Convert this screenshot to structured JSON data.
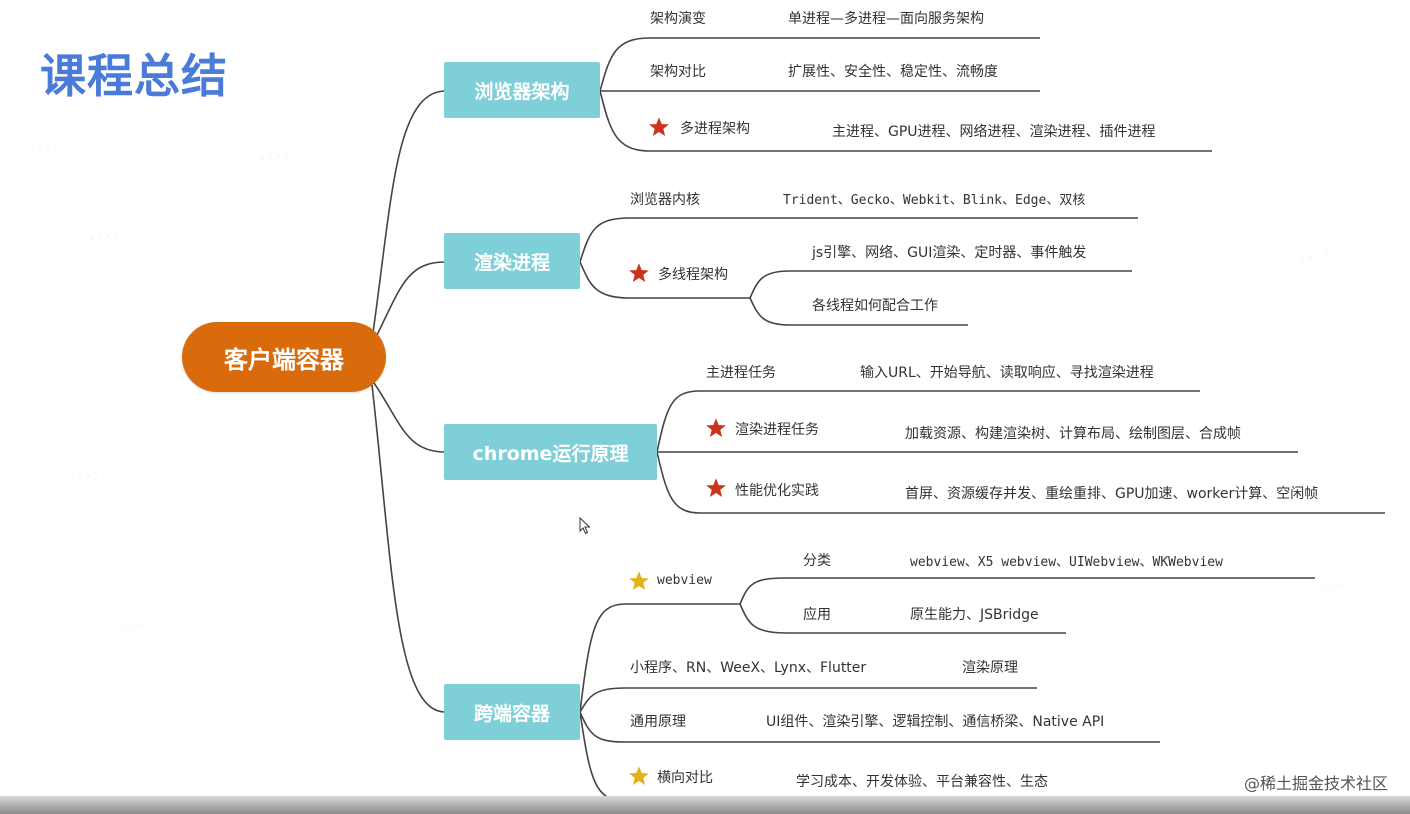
{
  "title": "课程总结",
  "root": "客户端容器",
  "branches": {
    "browser_arch": {
      "label": "浏览器架构",
      "items": [
        {
          "label": "架构演变",
          "detail": "单进程—多进程—面向服务架构"
        },
        {
          "label": "架构对比",
          "detail": "扩展性、安全性、稳定性、流畅度"
        },
        {
          "label": "多进程架构",
          "detail": "主进程、GPU进程、网络进程、渲染进程、插件进程",
          "star": "red"
        }
      ]
    },
    "render_process": {
      "label": "渲染进程",
      "items": [
        {
          "label": "浏览器内核",
          "detail": "Trident、Gecko、Webkit、Blink、Edge、双核"
        },
        {
          "label": "多线程架构",
          "star": "red",
          "details": [
            "js引擎、网络、GUI渲染、定时器、事件触发",
            "各线程如何配合工作"
          ]
        }
      ]
    },
    "chrome": {
      "label": "chrome运行原理",
      "items": [
        {
          "label": "主进程任务",
          "detail": "输入URL、开始导航、读取响应、寻找渲染进程"
        },
        {
          "label": "渲染进程任务",
          "detail": "加载资源、构建渲染树、计算布局、绘制图层、合成帧",
          "star": "red"
        },
        {
          "label": "性能优化实践",
          "detail": "首屏、资源缓存并发、重绘重排、GPU加速、worker计算、空闲帧",
          "star": "red"
        }
      ]
    },
    "cross_platform": {
      "label": "跨端容器",
      "webview": {
        "label": "webview",
        "star": "yellow",
        "children": [
          {
            "label": "分类",
            "detail": "webview、X5 webview、UIWebview、WKWebview"
          },
          {
            "label": "应用",
            "detail": "原生能力、JSBridge"
          }
        ]
      },
      "items": [
        {
          "label": "小程序、RN、WeeX、Lynx、Flutter",
          "detail": "渲染原理"
        },
        {
          "label": "通用原理",
          "detail": "UI组件、渲染引擎、逻辑控制、通信桥梁、Native API"
        },
        {
          "label": "横向对比",
          "detail": "学习成本、开发体验、平台兼容性、生态",
          "star": "yellow"
        }
      ]
    }
  },
  "watermark": "@稀土掘金技术社区",
  "colors": {
    "title": "#4a7bd8",
    "root": "#d96b0c",
    "branch": "#7ecfd8",
    "star_red": "#c8341c",
    "star_yellow": "#e2b219",
    "line": "#444444"
  }
}
